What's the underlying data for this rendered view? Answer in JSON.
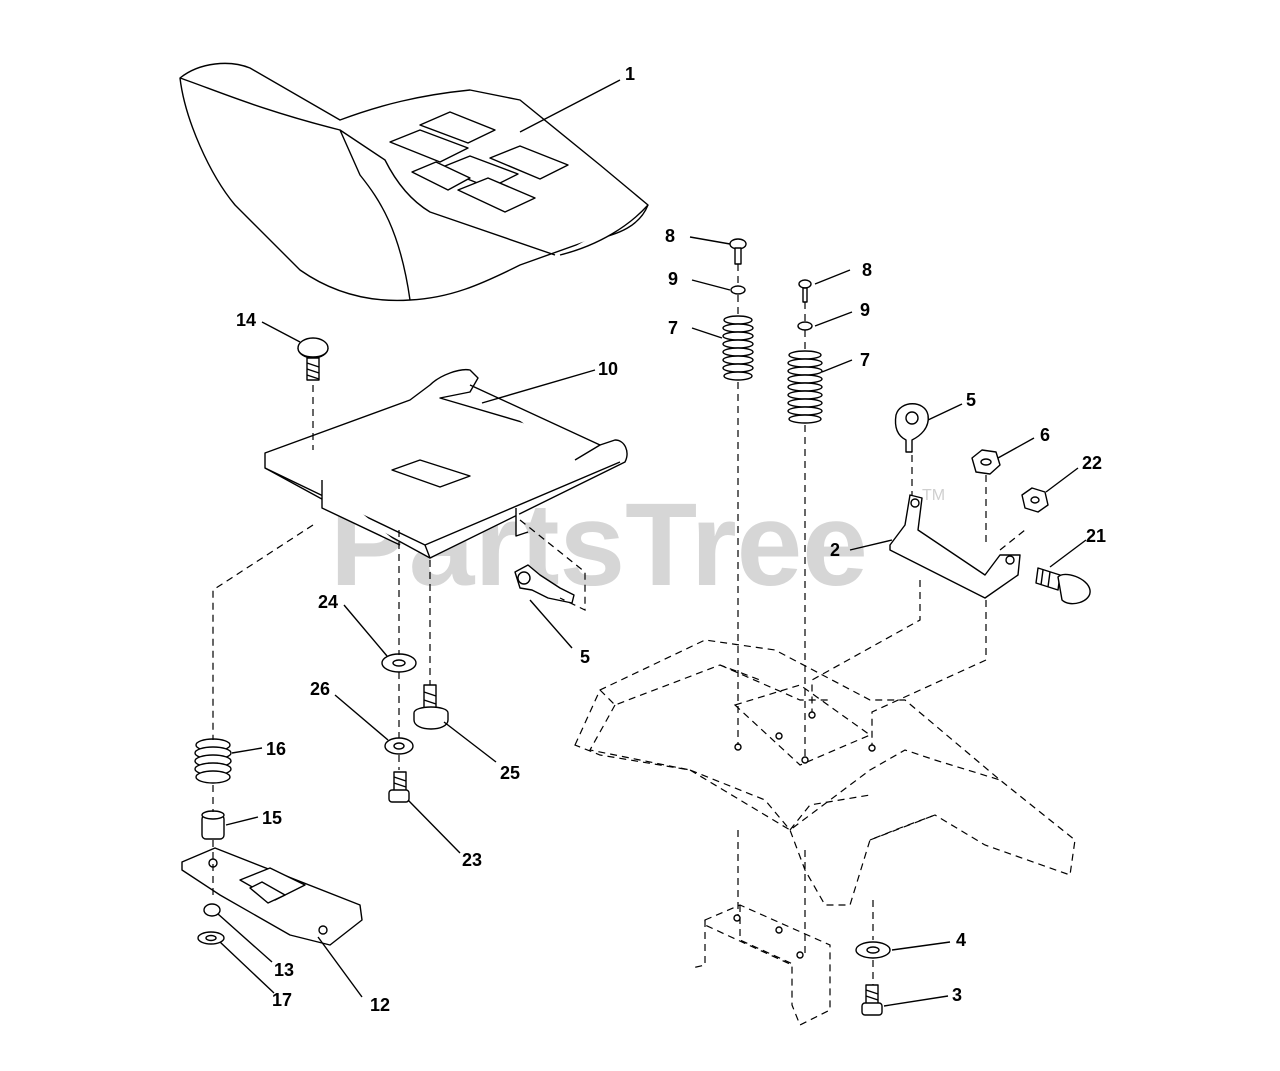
{
  "watermark": {
    "text": "PartsTree",
    "trademark": "TM"
  },
  "callouts": {
    "seat": "1",
    "bracket": "2",
    "bolt_3": "3",
    "washer_4": "4",
    "knob_5_right": "5",
    "knob_5_left": "5",
    "nut_6": "6",
    "spring_7_left": "7",
    "spring_7_right": "7",
    "pin_8_left": "8",
    "pin_8_right": "8",
    "washer_9_left": "9",
    "washer_9_right": "9",
    "seat_pan": "10",
    "slide_12": "12",
    "bushing_13": "13",
    "bolt_14": "14",
    "bushing_15": "15",
    "spring_16": "16",
    "washer_17": "17",
    "bolt_21": "21",
    "nut_22": "22",
    "bolt_23": "23",
    "washer_24": "24",
    "bolt_25": "25",
    "washer_26": "26"
  }
}
